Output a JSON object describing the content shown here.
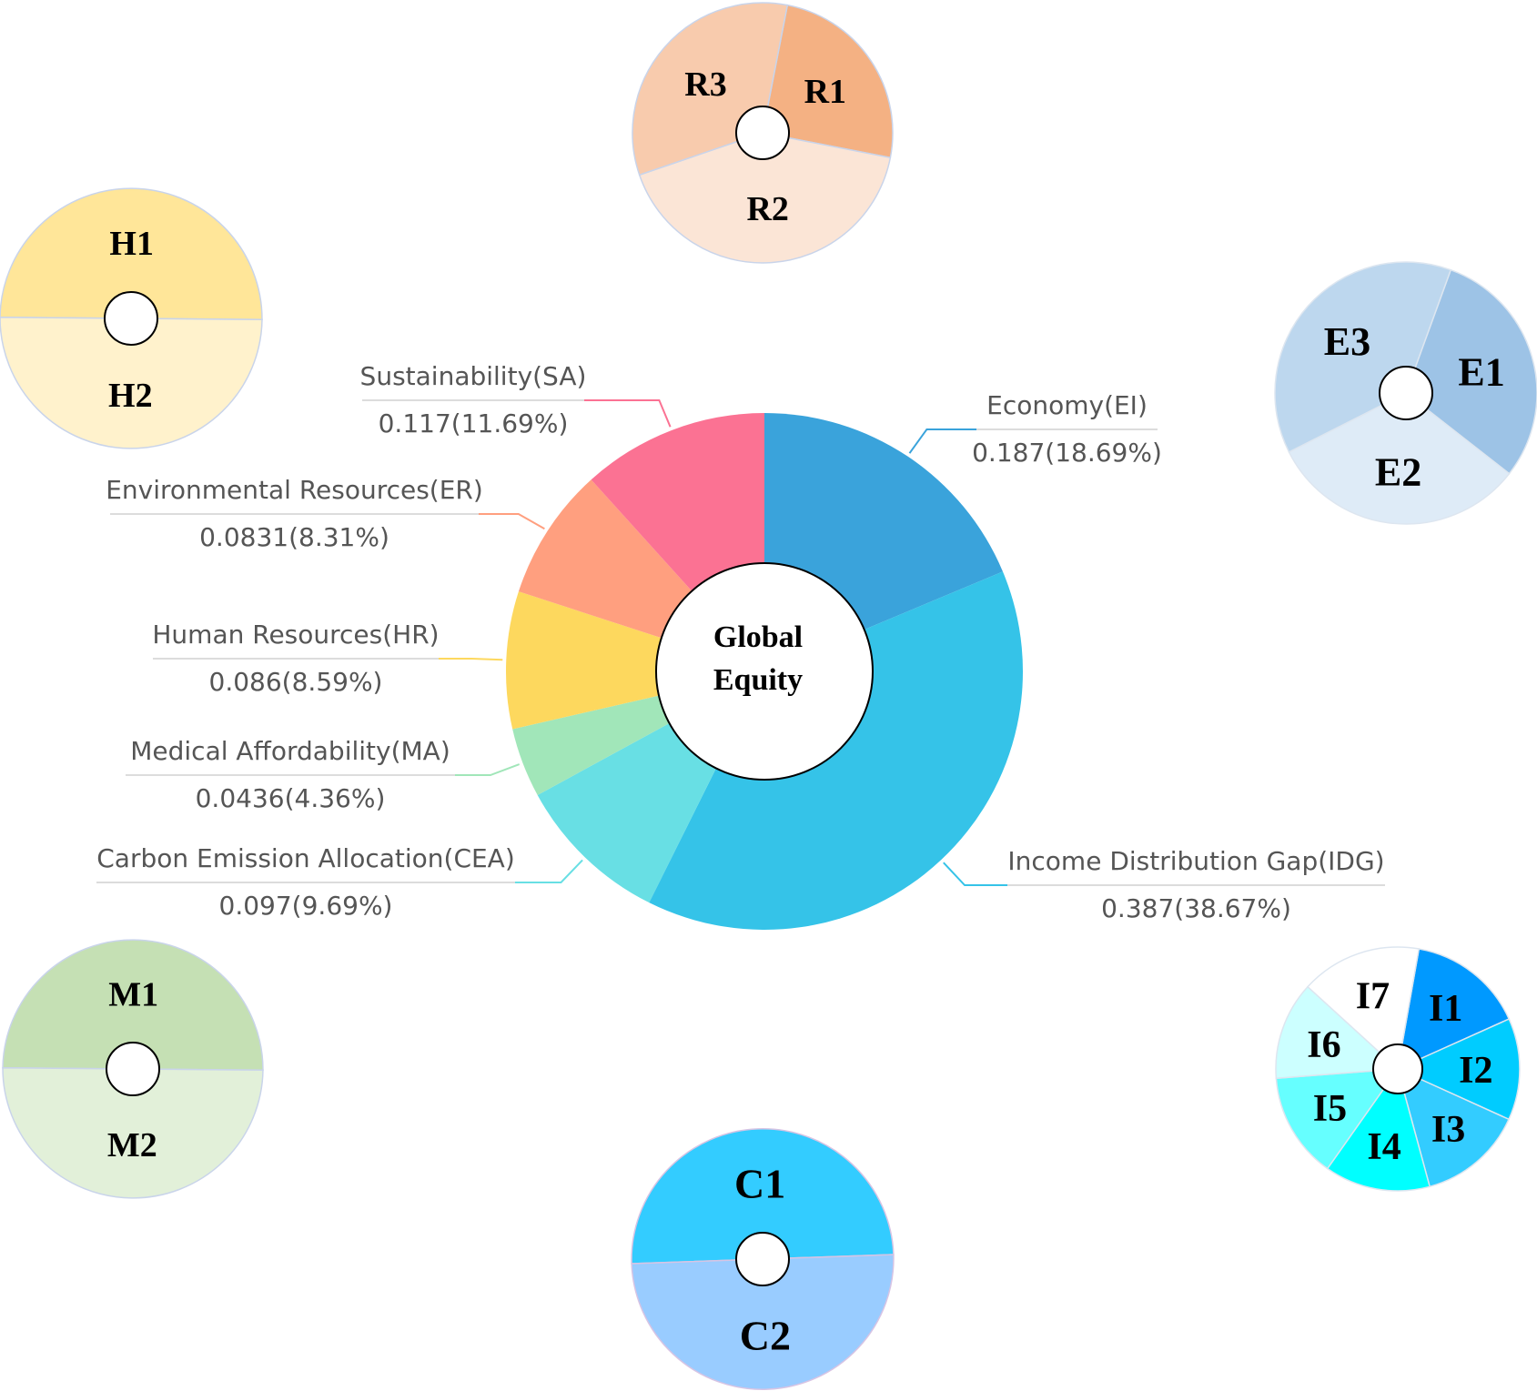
{
  "chart_data": [
    {
      "type": "pie",
      "variant": "donut",
      "center_label": [
        "Global",
        "Equity"
      ],
      "slices": [
        {
          "code": "EI",
          "label": "Economy(EI)",
          "value": 0.187,
          "value_text": "0.187(18.69%)",
          "color": "#3aa3db"
        },
        {
          "code": "IDG",
          "label": "Income Distribution Gap(IDG)",
          "value": 0.387,
          "value_text": "0.387(38.67%)",
          "color": "#35c3e8"
        },
        {
          "code": "CEA",
          "label": "Carbon Emission Allocation(CEA)",
          "value": 0.097,
          "value_text": "0.097(9.69%)",
          "color": "#68dfe4"
        },
        {
          "code": "MA",
          "label": "Medical Affordability(MA)",
          "value": 0.0436,
          "value_text": "0.0436(4.36%)",
          "color": "#a1e6b9"
        },
        {
          "code": "HR",
          "label": "Human Resources(HR)",
          "value": 0.086,
          "value_text": "0.086(8.59%)",
          "color": "#fdd85e"
        },
        {
          "code": "ER",
          "label": "Environmental Resources(ER)",
          "value": 0.0831,
          "value_text": "0.0831(8.31%)",
          "color": "#ff9f7f"
        },
        {
          "code": "SA",
          "label": "Sustainability(SA)",
          "value": 0.117,
          "value_text": "0.117(11.69%)",
          "color": "#fb7293"
        }
      ]
    },
    {
      "type": "pie",
      "variant": "donut",
      "group": "R",
      "slices": [
        {
          "label": "R1",
          "value": 0.25,
          "color": "#f4b183"
        },
        {
          "label": "R2",
          "value": 0.417,
          "color": "#fbe5d6"
        },
        {
          "label": "R3",
          "value": 0.333,
          "color": "#f8cbad"
        }
      ]
    },
    {
      "type": "pie",
      "variant": "donut",
      "group": "H",
      "slices": [
        {
          "label": "H1",
          "value": 0.5,
          "color": "#ffe699"
        },
        {
          "label": "H2",
          "value": 0.5,
          "color": "#fff2cc"
        }
      ]
    },
    {
      "type": "pie",
      "variant": "donut",
      "group": "E",
      "slices": [
        {
          "label": "E1",
          "value": 0.3,
          "color": "#9dc3e6"
        },
        {
          "label": "E2",
          "value": 0.32,
          "color": "#deebf7"
        },
        {
          "label": "E3",
          "value": 0.38,
          "color": "#bdd7ee"
        }
      ]
    },
    {
      "type": "pie",
      "variant": "donut",
      "group": "M",
      "slices": [
        {
          "label": "M1",
          "value": 0.5,
          "color": "#c5e0b4"
        },
        {
          "label": "M2",
          "value": 0.5,
          "color": "#e2f0d9"
        }
      ]
    },
    {
      "type": "pie",
      "variant": "donut",
      "group": "C",
      "slices": [
        {
          "label": "C1",
          "value": 0.5,
          "color": "#33ccff"
        },
        {
          "label": "C2",
          "value": 0.5,
          "color": "#99ccff"
        }
      ]
    },
    {
      "type": "pie",
      "variant": "donut",
      "group": "I",
      "slices": [
        {
          "label": "I1",
          "value": 0.155,
          "color": "#0099ff"
        },
        {
          "label": "I2",
          "value": 0.135,
          "color": "#00ccff"
        },
        {
          "label": "I3",
          "value": 0.14,
          "color": "#33ccff"
        },
        {
          "label": "I4",
          "value": 0.14,
          "color": "#00ffff"
        },
        {
          "label": "I5",
          "value": 0.14,
          "color": "#66ffff"
        },
        {
          "label": "I6",
          "value": 0.13,
          "color": "#ccffff"
        },
        {
          "label": "I7",
          "value": 0.16,
          "color": "#ffffff"
        }
      ]
    }
  ]
}
